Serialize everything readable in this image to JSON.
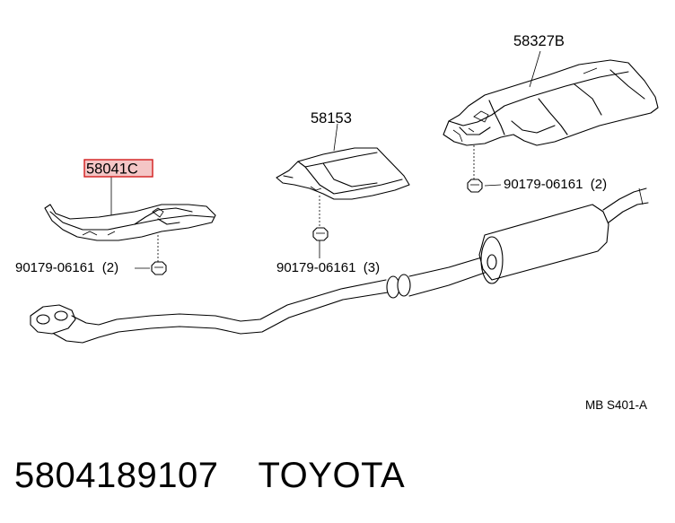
{
  "labels": {
    "heat_insulator_right": "58327B",
    "heat_insulator_center": "58153",
    "heat_insulator_left": "58041C",
    "nut_right": "90179-06161  (2)",
    "nut_center": "90179-06161  (3)",
    "nut_left": "90179-06161  (2)",
    "reference_code": "MB S401-A"
  },
  "footer": {
    "part_number": "5804189107",
    "brand": "TOYOTA"
  },
  "colors": {
    "highlight_fill": "#f4c6c6",
    "highlight_stroke": "#d21c1c",
    "line": "#000000"
  }
}
